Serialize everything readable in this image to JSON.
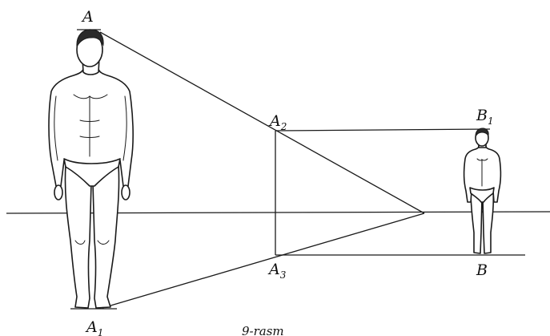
{
  "labels": {
    "a": "A",
    "a1_main": "A",
    "a1_sub": "1",
    "a2_main": "A",
    "a2_sub": "2",
    "a3_main": "A",
    "a3_sub": "3",
    "b": "B",
    "b1_main": "B",
    "b1_sub": "1"
  },
  "caption": "9-rasm",
  "figures": {
    "near": "standing-man-near",
    "far": "standing-man-far"
  }
}
